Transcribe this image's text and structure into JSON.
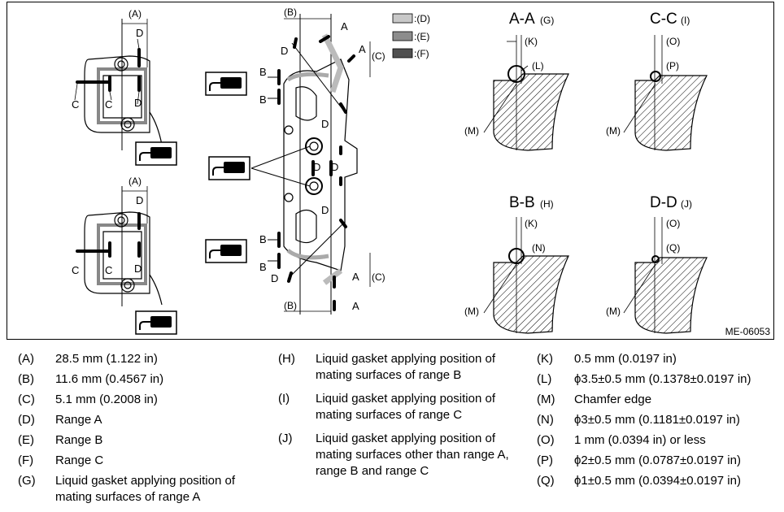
{
  "figure": {
    "id_code": "ME-06053",
    "shade_legend": [
      {
        "label": ":(D)",
        "color": "#c8c8c8"
      },
      {
        "label": ":(E)",
        "color": "#8c8c8c"
      },
      {
        "label": ":(F)",
        "color": "#505050"
      }
    ],
    "labels": {
      "A": "A",
      "B": "B",
      "C": "C",
      "D": "D",
      "pA": "(A)",
      "pB": "(B)",
      "pC": "(C)",
      "pK": "(K)",
      "pL": "(L)",
      "pM": "(M)",
      "pN": "(N)",
      "pO": "(O)",
      "pP": "(P)",
      "pQ": "(Q)"
    },
    "sections": [
      {
        "title": "A-A",
        "ref": "(G)"
      },
      {
        "title": "C-C",
        "ref": "(I)"
      },
      {
        "title": "B-B",
        "ref": "(H)"
      },
      {
        "title": "D-D",
        "ref": "(J)"
      }
    ]
  },
  "legend": {
    "col1": [
      {
        "key": "(A)",
        "text": "28.5 mm (1.122 in)"
      },
      {
        "key": "(B)",
        "text": "11.6 mm (0.4567 in)"
      },
      {
        "key": "(C)",
        "text": "5.1 mm (0.2008 in)"
      },
      {
        "key": "(D)",
        "text": "Range A"
      },
      {
        "key": "(E)",
        "text": "Range B"
      },
      {
        "key": "(F)",
        "text": "Range C"
      },
      {
        "key": "(G)",
        "text": "Liquid gasket applying position of mating surfaces of range A"
      }
    ],
    "col2": [
      {
        "key": "(H)",
        "text": "Liquid gasket applying position of mating surfaces of range B"
      },
      {
        "key": "(I)",
        "text": "Liquid gasket applying position of mating surfaces of range C"
      },
      {
        "key": "(J)",
        "text": "Liquid gasket applying position of mating surfaces other than range A, range B and range C"
      }
    ],
    "col3": [
      {
        "key": "(K)",
        "text": "0.5 mm (0.0197 in)"
      },
      {
        "key": "(L)",
        "text": "ϕ3.5±0.5 mm (0.1378±0.0197 in)"
      },
      {
        "key": "(M)",
        "text": "Chamfer edge"
      },
      {
        "key": "(N)",
        "text": "ϕ3±0.5 mm (0.1181±0.0197 in)"
      },
      {
        "key": "(O)",
        "text": "1 mm (0.0394 in) or less"
      },
      {
        "key": "(P)",
        "text": "ϕ2±0.5 mm (0.0787±0.0197 in)"
      },
      {
        "key": "(Q)",
        "text": "ϕ1±0.5 mm (0.0394±0.0197 in)"
      }
    ]
  }
}
